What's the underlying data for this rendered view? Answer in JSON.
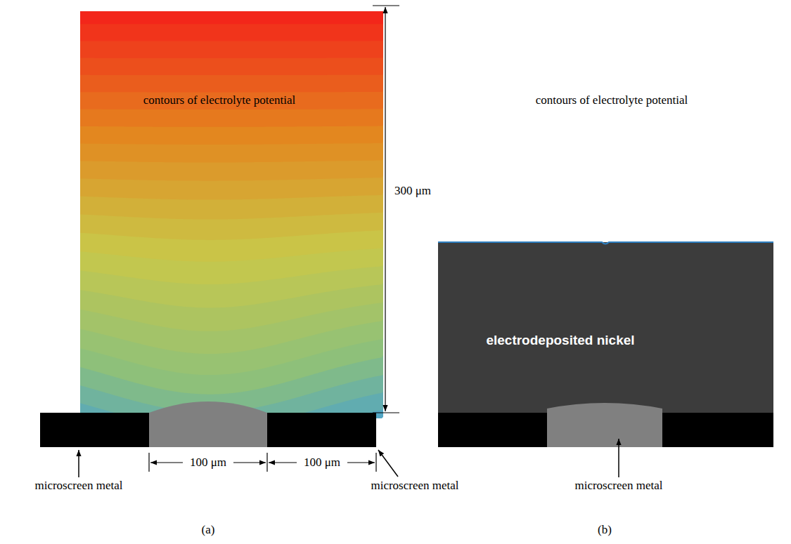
{
  "diagram": {
    "nodes": [
      {
        "text": [
          "contours of electrolyte potential"
        ]
      },
      {
        "text": [
          "contours of electrolyte potential"
        ]
      },
      {
        "text": [
          "electrodeposited nickel"
        ]
      }
    ],
    "labels": [
      "300 μm",
      "100 μm",
      "100 μm",
      "microscreen metal",
      "microscreen metal",
      "microscreen metal",
      "(a)",
      "(b)"
    ]
  }
}
